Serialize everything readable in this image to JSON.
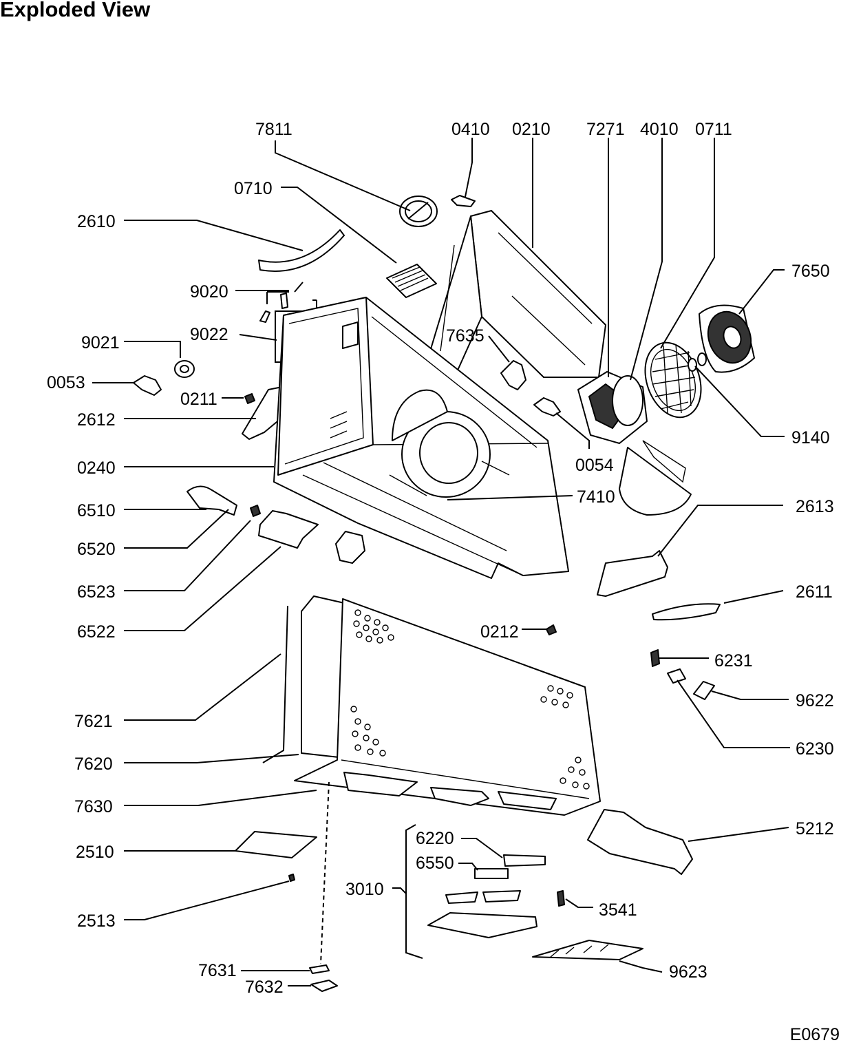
{
  "header": {
    "title": "Exploded View"
  },
  "footer": {
    "drawing_code": "E0679"
  },
  "parts": {
    "p7811": "7811",
    "p0410": "0410",
    "p0210": "0210",
    "p7271": "7271",
    "p4010": "4010",
    "p0711": "0711",
    "p0710": "0710",
    "p2610": "2610",
    "p7650": "7650",
    "p9020": "9020",
    "p9022": "9022",
    "p9021": "9021",
    "p7635": "7635",
    "p0053": "0053",
    "p0211": "0211",
    "p2612": "2612",
    "p9140": "9140",
    "p0054": "0054",
    "p0240": "0240",
    "p7410": "7410",
    "p6510": "6510",
    "p2613": "2613",
    "p6520": "6520",
    "p6523": "6523",
    "p2611": "2611",
    "p6522": "6522",
    "p0212": "0212",
    "p6231": "6231",
    "p9622": "9622",
    "p7621": "7621",
    "p6230": "6230",
    "p7620": "7620",
    "p7630": "7630",
    "p5212": "5212",
    "p6220": "6220",
    "p2510": "2510",
    "p6550": "6550",
    "p3010": "3010",
    "p3541": "3541",
    "p2513": "2513",
    "p7631": "7631",
    "p9623": "9623",
    "p7632": "7632"
  }
}
